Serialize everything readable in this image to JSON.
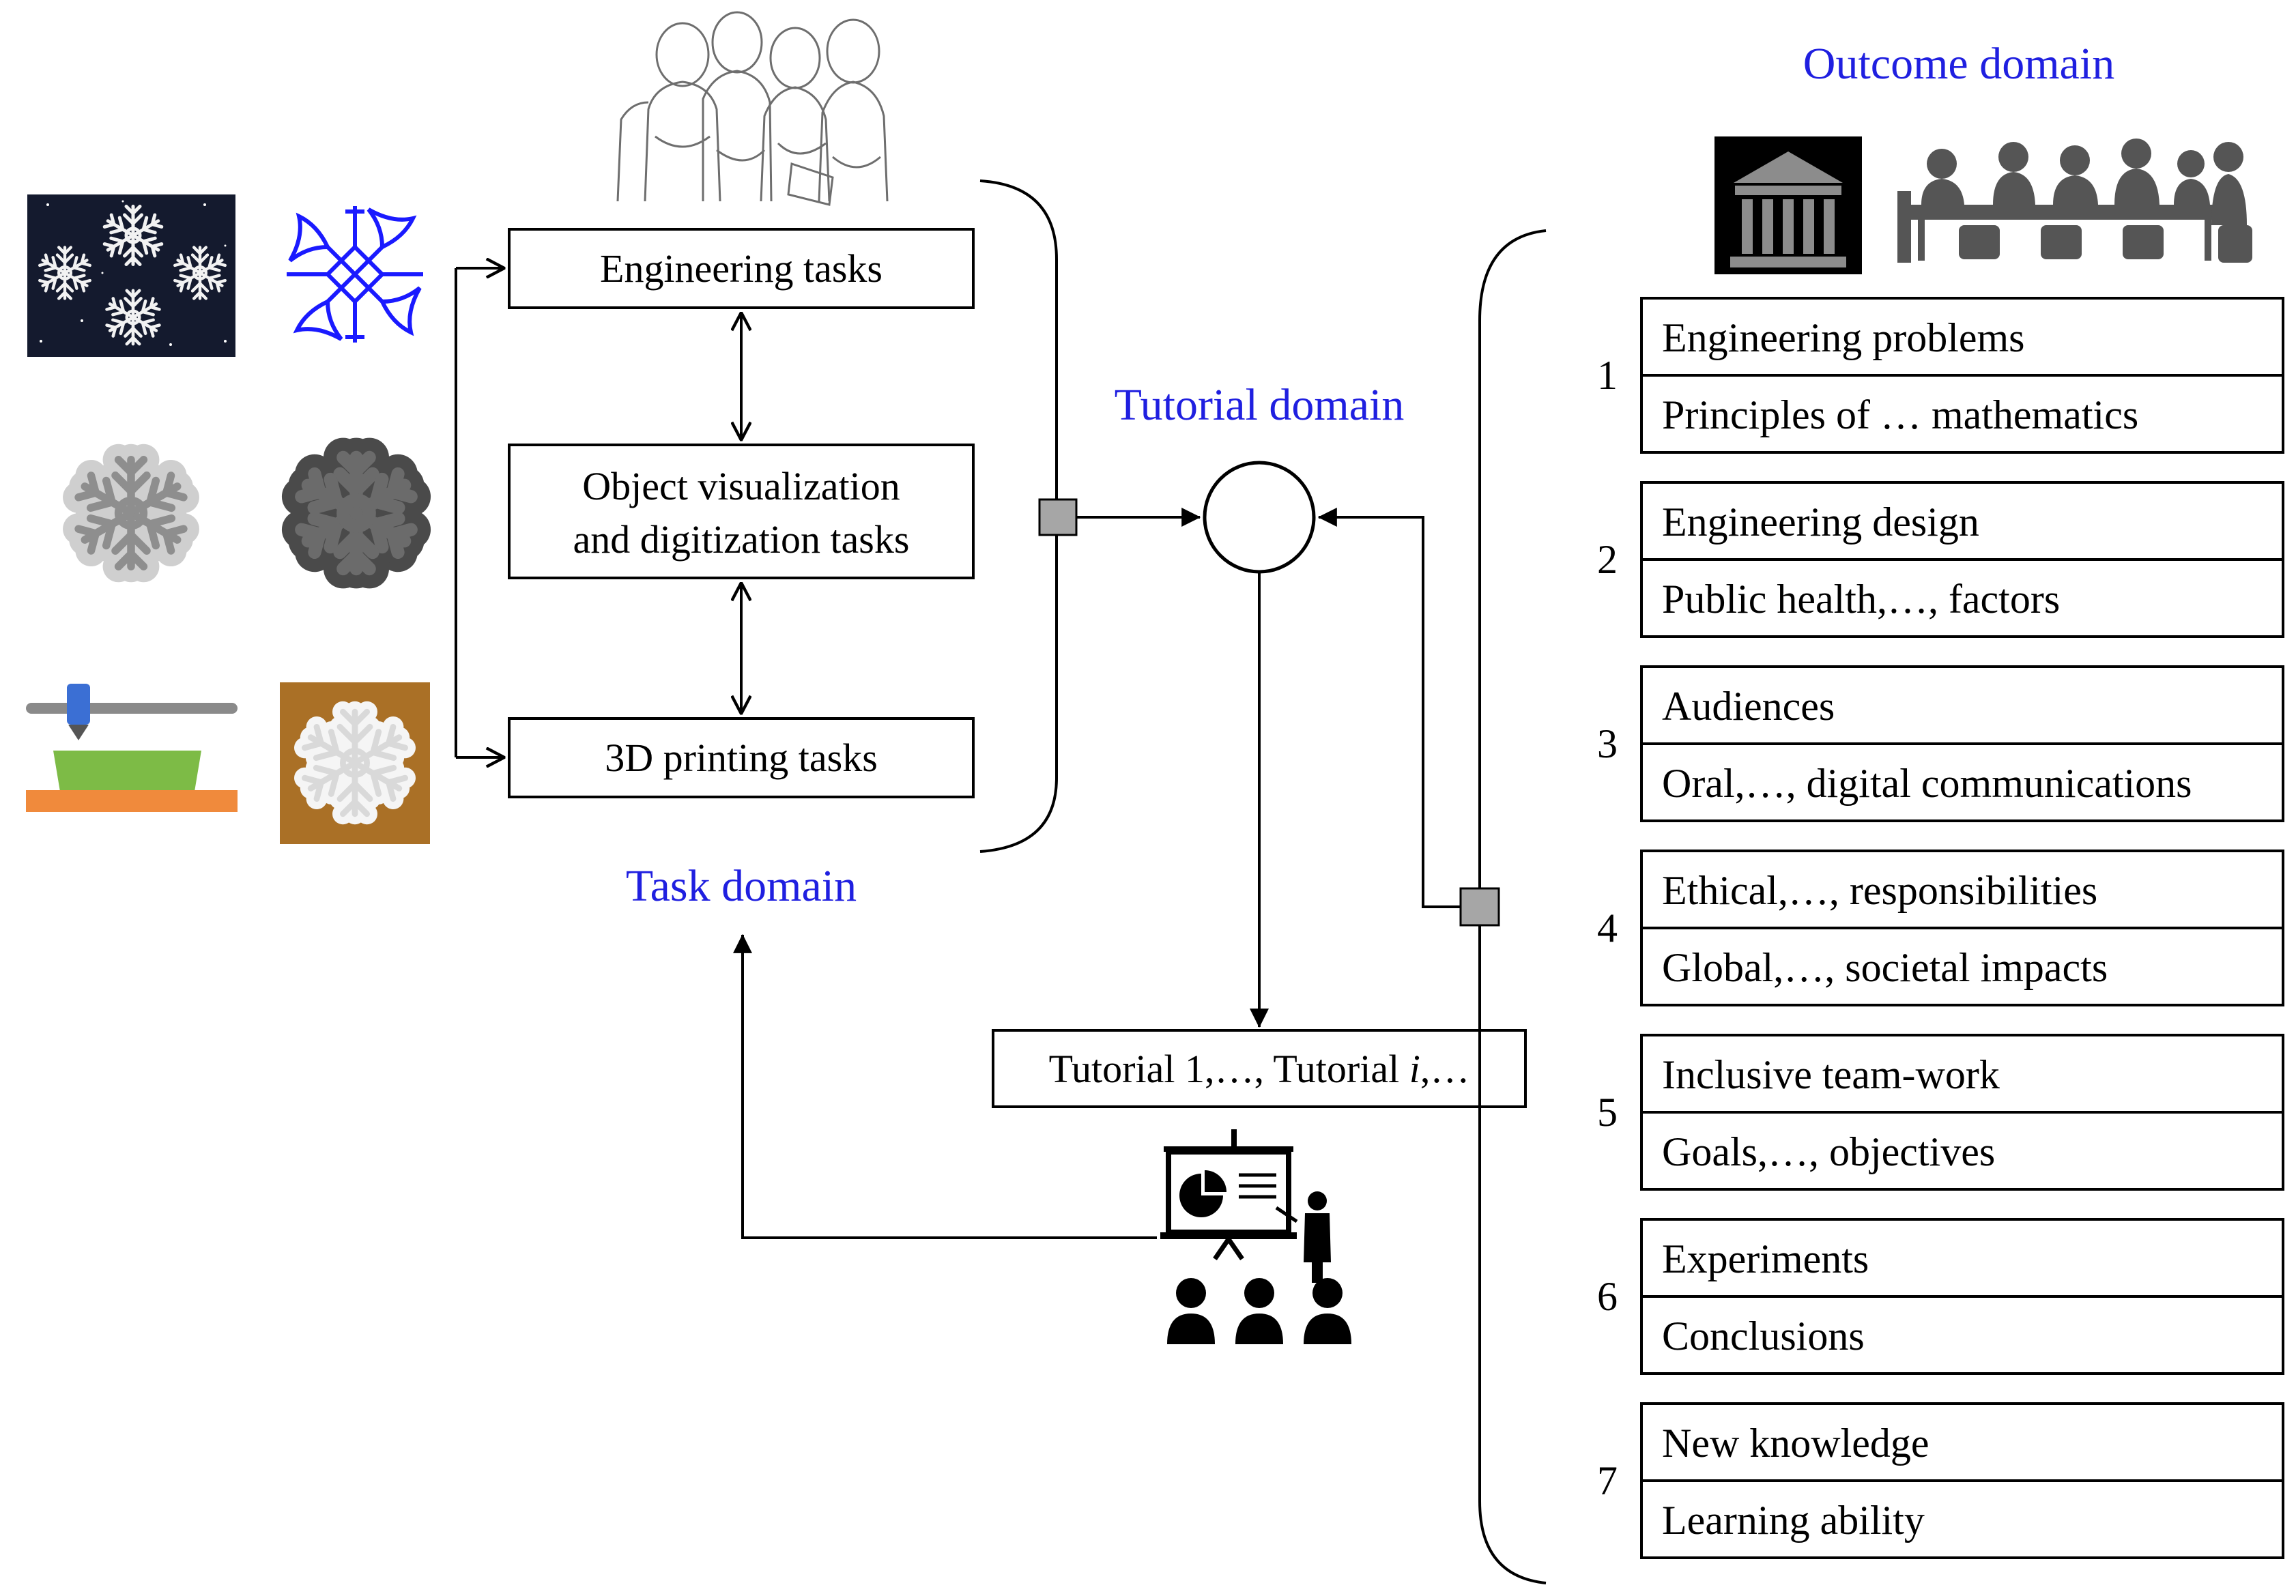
{
  "colors": {
    "domain_label": "#1f1fe0",
    "line": "#000000",
    "connector_square": "#a6a6a6",
    "night_sky": "#141a2e",
    "snowflake_outline": "#1a1aff",
    "printer_bed": "#f08a3c",
    "printer_part": "#7dbb46",
    "printer_head": "#3b6fd4",
    "wood_tile": "#b5782a"
  },
  "task_domain": {
    "label": "Task domain",
    "tasks": {
      "engineering": "Engineering tasks",
      "visualization_line1": "Object visualization",
      "visualization_line2": "and digitization tasks",
      "printing": "3D printing tasks"
    }
  },
  "tutorial_domain": {
    "label": "Tutorial domain",
    "tutorials_prefix": "Tutorial 1,…, Tutorial ",
    "tutorials_italic": "i",
    "tutorials_suffix": ",…"
  },
  "outcome_domain": {
    "label": "Outcome domain",
    "groups": [
      {
        "number": "1",
        "top": "Engineering problems",
        "bottom": "Principles of …  mathematics"
      },
      {
        "number": "2",
        "top": "Engineering design",
        "bottom": "Public health,…, factors"
      },
      {
        "number": "3",
        "top": "Audiences",
        "bottom": "Oral,…, digital communications"
      },
      {
        "number": "4",
        "top": "Ethical,…, responsibilities",
        "bottom": "Global,…, societal impacts"
      },
      {
        "number": "5",
        "top": "Inclusive team-work",
        "bottom": "Goals,…, objectives"
      },
      {
        "number": "6",
        "top": "Experiments",
        "bottom": "Conclusions"
      },
      {
        "number": "7",
        "top": "New knowledge",
        "bottom": "Learning ability"
      }
    ]
  },
  "icons": {
    "students": "students-sketch-icon",
    "snowflake_photo": "snowflake-night-photo-icon",
    "snowflake_outline": "snowflake-outline-icon",
    "snowflake_render_light": "snowflake-3d-light-icon",
    "snowflake_render_dark": "snowflake-3d-dark-icon",
    "printer": "3d-printer-icon",
    "printed_part": "printed-snowflake-photo-icon",
    "institution": "institution-building-icon",
    "meeting": "meeting-silhouette-icon",
    "presentation": "presentation-icon"
  }
}
